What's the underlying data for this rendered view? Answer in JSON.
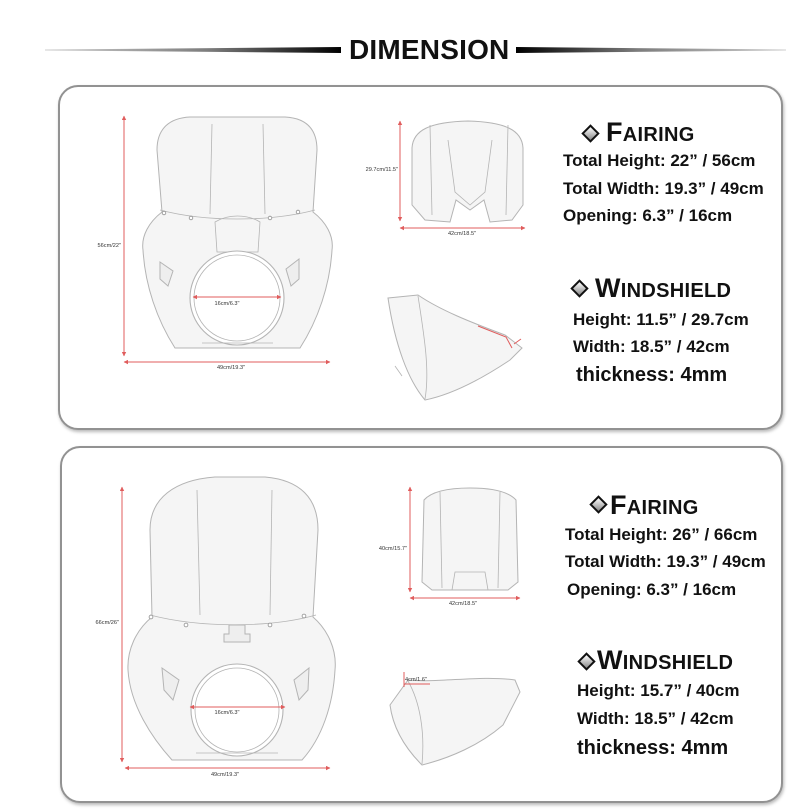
{
  "header": {
    "title": "DIMENSION"
  },
  "colors": {
    "dimension_line": "#e05c5c",
    "drawing_outline": "#b4b4b4",
    "panel_border": "#929292",
    "text": "#111111"
  },
  "icons": {
    "section_bullet": "diamond-icon"
  },
  "panels": [
    {
      "fairing_drawing": {
        "height_label": "56cm/22\"",
        "opening_label": "16cm/6.3\"",
        "width_label": "49cm/19.3\""
      },
      "windshield_front_drawing": {
        "height_label": "29.7cm/11.5\"",
        "width_label": "42cm/18.5\""
      },
      "fairing_specs": {
        "title": "FAIRING",
        "total_height": "Total Height: 22” / 56cm",
        "total_width": "Total Width: 19.3” / 49cm",
        "opening": "Opening: 6.3” / 16cm"
      },
      "windshield_specs": {
        "title": "WINDSHIELD",
        "height": "Height: 11.5” / 29.7cm",
        "width": "Width: 18.5” / 42cm",
        "thickness": "thickness: 4mm"
      }
    },
    {
      "fairing_drawing": {
        "height_label": "66cm/26\"",
        "opening_label": "16cm/6.3\"",
        "width_label": "49cm/19.3\""
      },
      "windshield_front_drawing": {
        "height_label": "40cm/15.7\"",
        "width_label": "42cm/18.5\""
      },
      "windshield_side_drawing": {
        "depth_label": "4cm/1.6\""
      },
      "fairing_specs": {
        "title": "FAIRING",
        "total_height": "Total Height: 26” / 66cm",
        "total_width": "Total Width: 19.3” / 49cm",
        "opening": "Opening: 6.3” / 16cm"
      },
      "windshield_specs": {
        "title": "WINDSHIELD",
        "height": "Height: 15.7” / 40cm",
        "width": "Width: 18.5” / 42cm",
        "thickness": "thickness: 4mm"
      }
    }
  ]
}
